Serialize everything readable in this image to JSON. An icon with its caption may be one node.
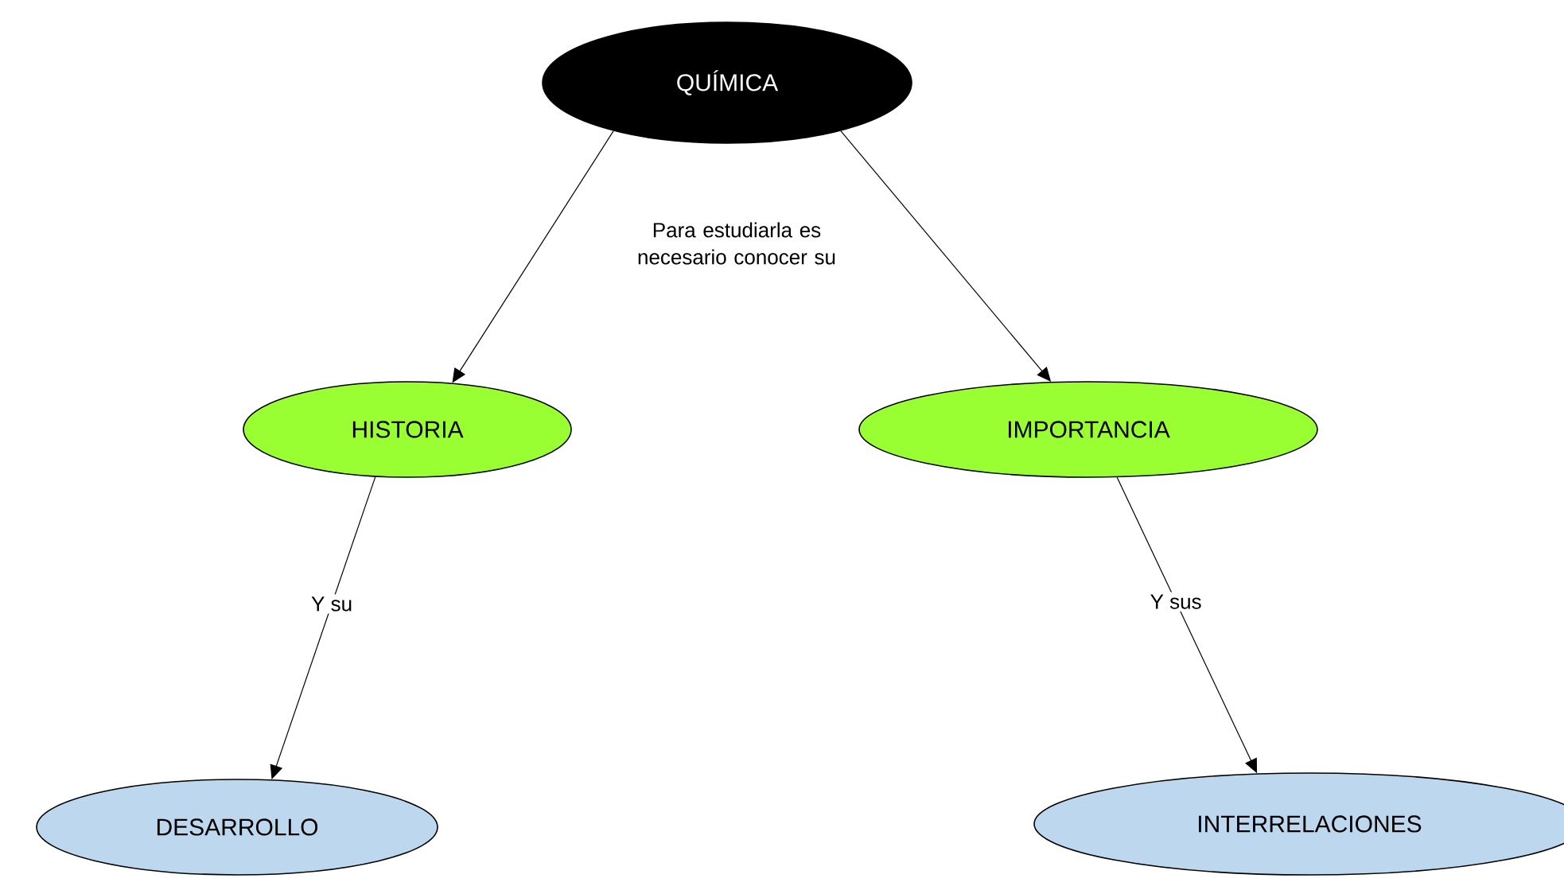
{
  "diagram": {
    "nodes": [
      {
        "text": [
          "QUÍMICA"
        ]
      },
      {
        "text": [
          "HISTORIA"
        ]
      },
      {
        "text": [
          "IMPORTANCIA"
        ]
      },
      {
        "text": [
          "DESARROLLO"
        ]
      },
      {
        "text": [
          "INTERRELACIONES"
        ]
      }
    ],
    "edges": [
      {
        "from": 0,
        "to": 1,
        "arrow": "to"
      },
      {
        "from": 0,
        "to": 2,
        "arrow": "to"
      },
      {
        "from": 1,
        "to": 3,
        "arrow": "to",
        "label": "Y su"
      },
      {
        "from": 2,
        "to": 4,
        "arrow": "to",
        "label": "Y sus"
      }
    ],
    "labels": [
      "Para estudiarla es necesario conocer su"
    ]
  }
}
